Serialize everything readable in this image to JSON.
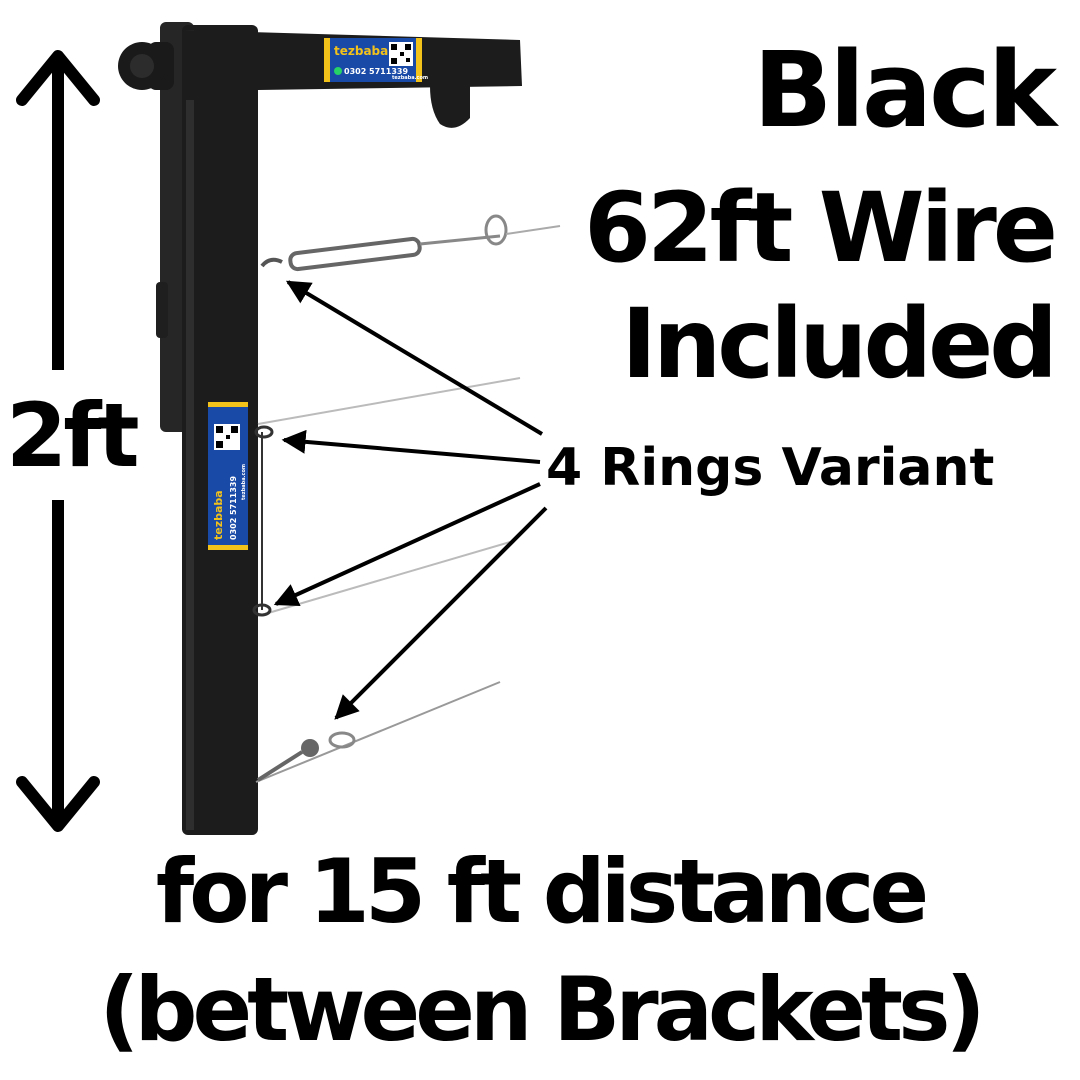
{
  "headings": {
    "color": "Black",
    "wire_line_1": "62ft Wire",
    "wire_line_2": "Included",
    "variant": "4 Rings Variant",
    "height": "2ft",
    "distance_line_1": "for 15 ft distance",
    "distance_line_2": "(between Brackets)"
  },
  "sticker_top": {
    "brand": "tezbaba",
    "phone": "0302 5711339",
    "website": "tezbaba.com"
  },
  "sticker_side": {
    "brand": "tezbaba",
    "phone": "0302 5711339",
    "website": "tezbaba.com"
  },
  "colors": {
    "bracket": "#1c1c1c",
    "sticker_blue": "#1a4aa8",
    "sticker_yellow": "#f2c21b",
    "text": "#000000"
  },
  "icons": [
    "up-arrow-icon",
    "down-arrow-icon",
    "pointer-arrow-icon",
    "qr-code-icon",
    "whatsapp-icon"
  ]
}
